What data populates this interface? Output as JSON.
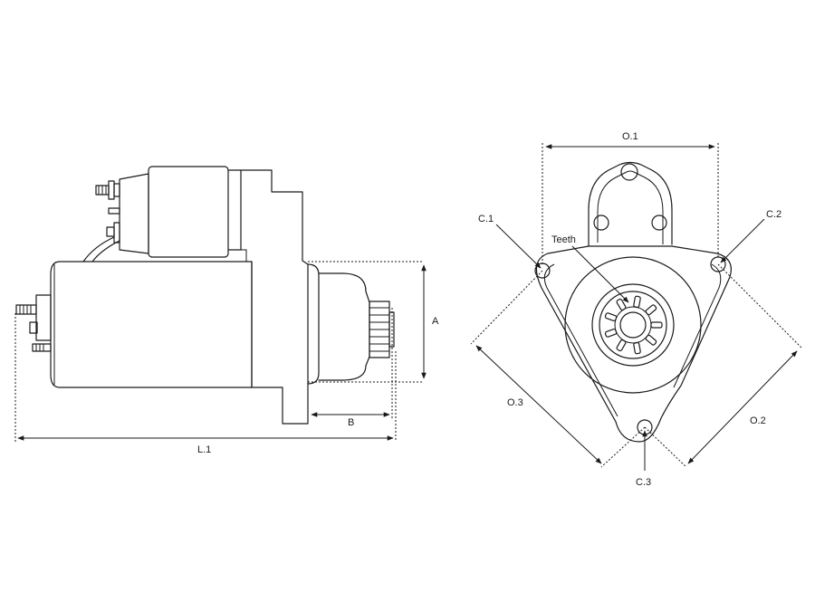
{
  "labels": {
    "A": "A",
    "B": "B",
    "L1": "L.1",
    "O1": "O.1",
    "O2": "O.2",
    "O3": "O.3",
    "C1": "C.1",
    "C2": "C.2",
    "C3": "C.3",
    "teeth": "Teeth"
  }
}
